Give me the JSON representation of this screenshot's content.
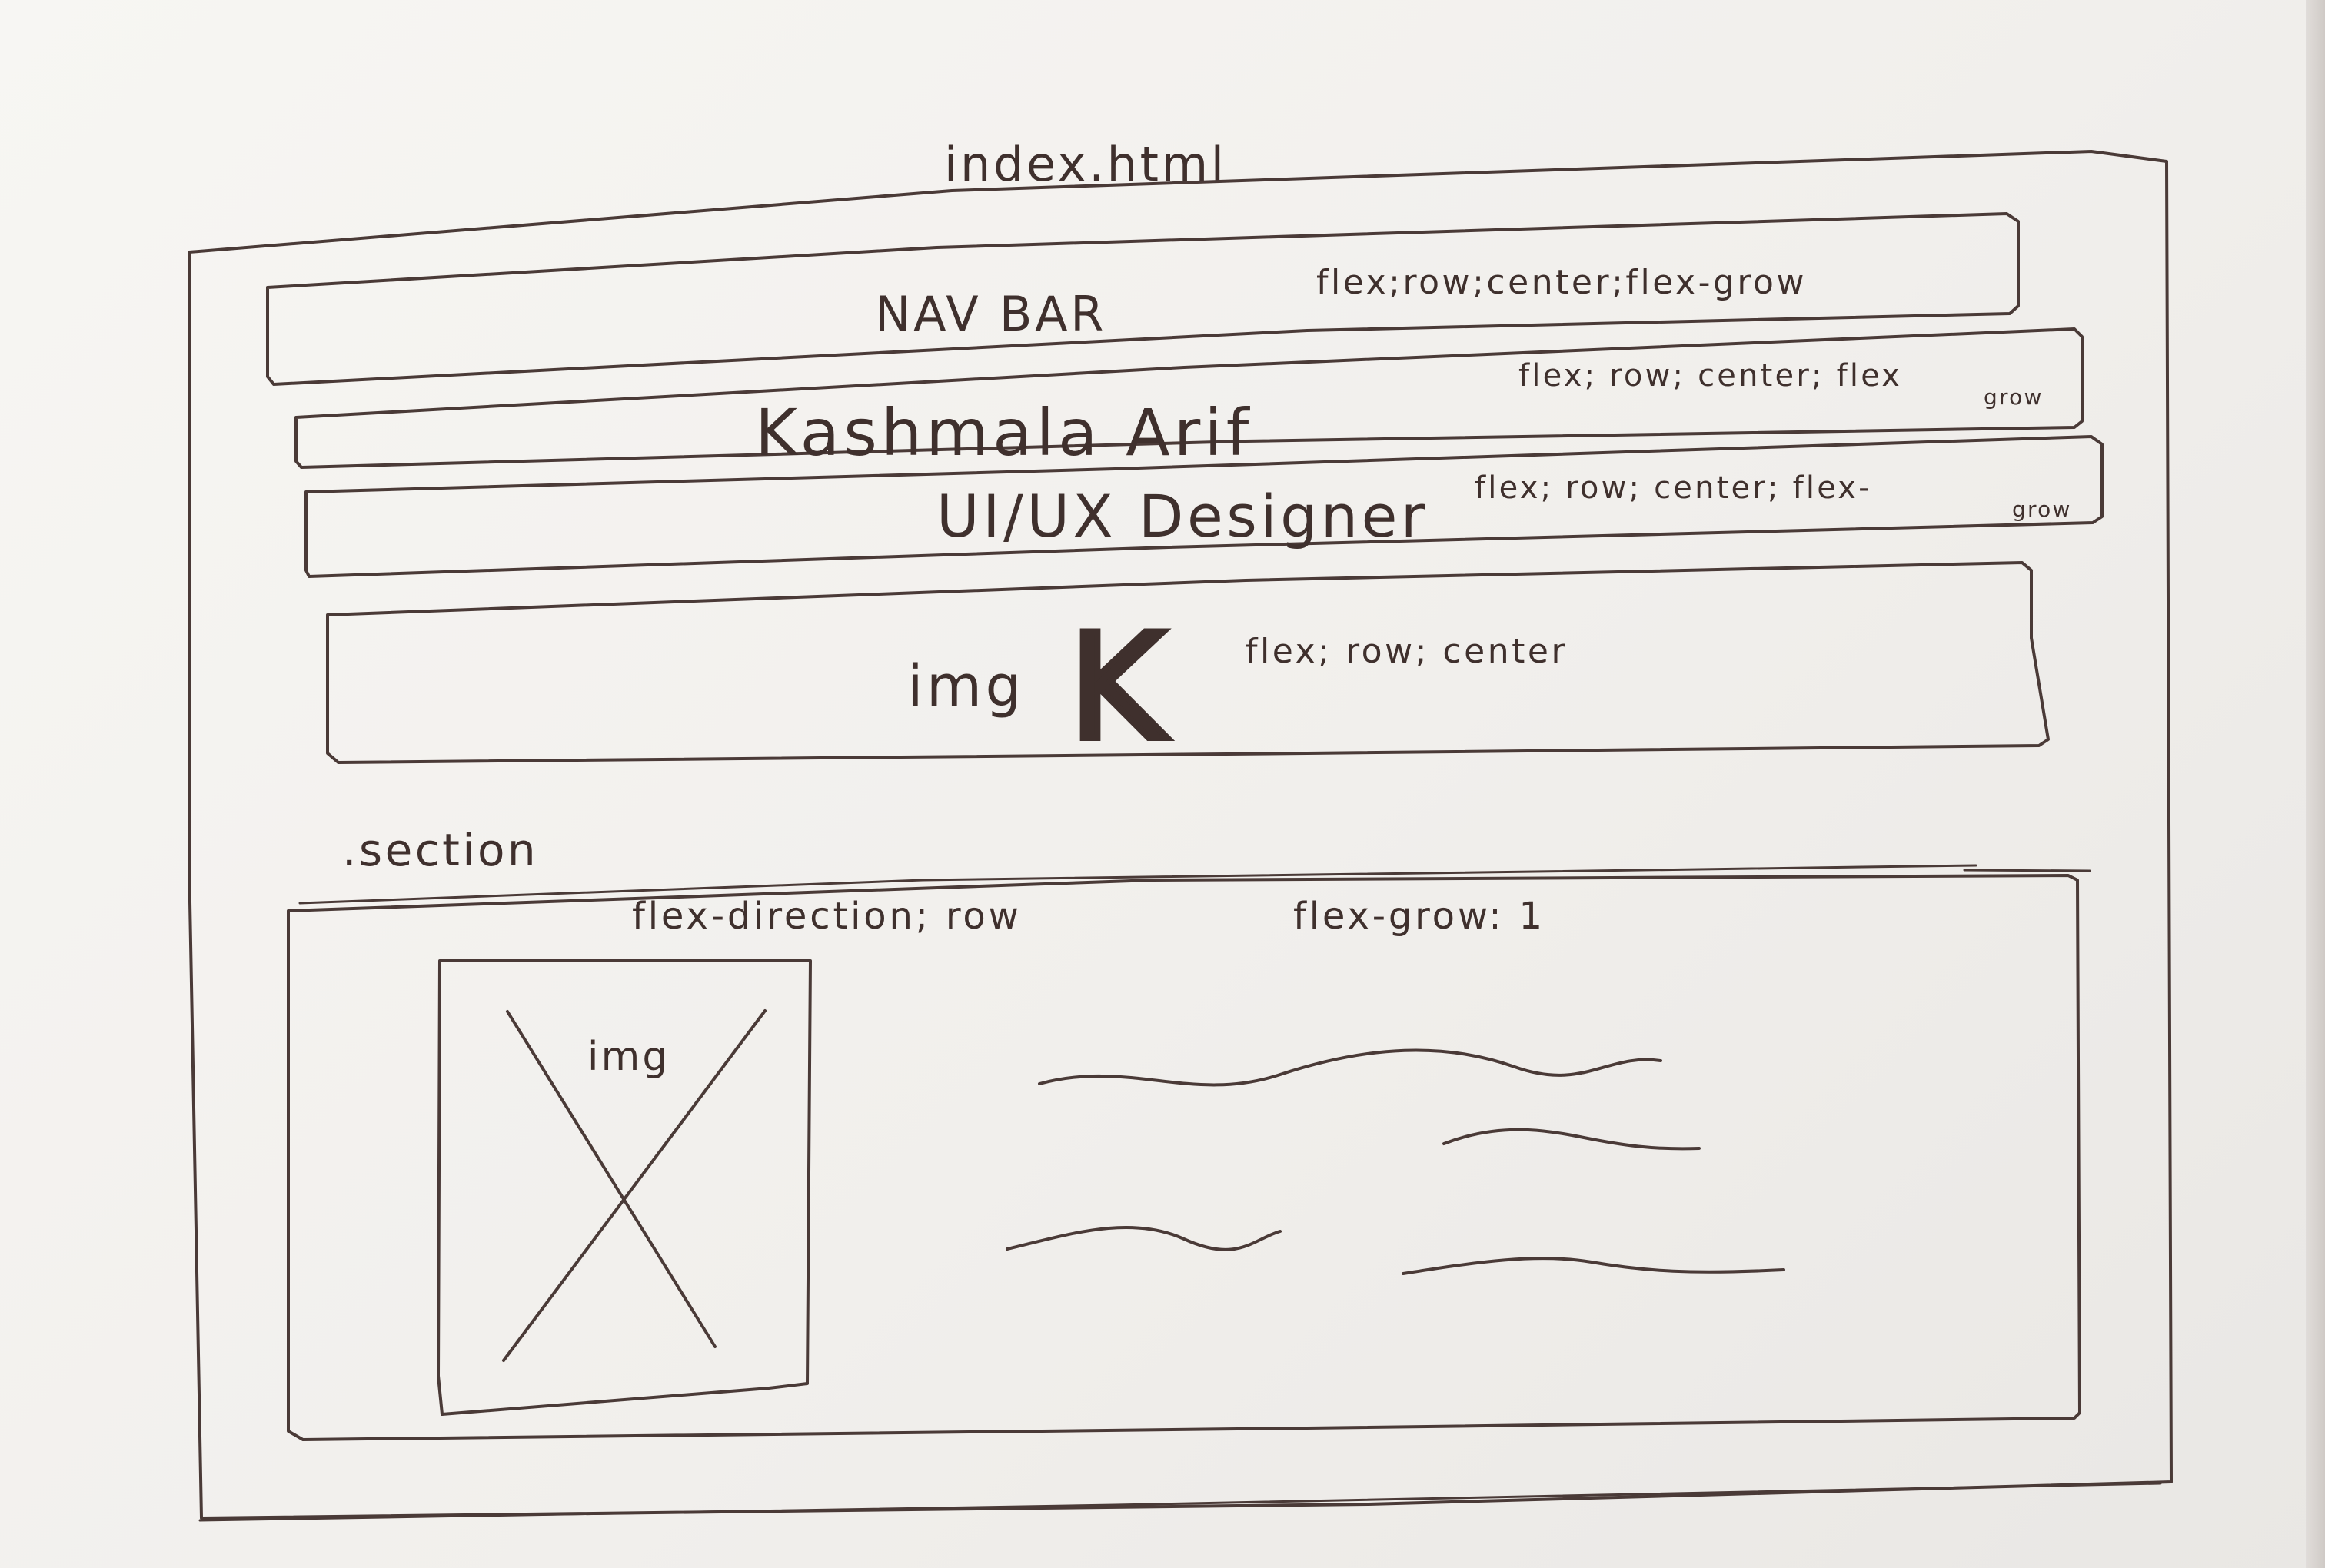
{
  "sketch": {
    "file_title": "index.html",
    "navbar": {
      "label": "NAV BAR",
      "note": "flex;row;center;flex-grow"
    },
    "name_row": {
      "label": "Kashmala Arif",
      "note_line1": "flex; row; center; flex",
      "note_line2": "grow"
    },
    "role_row": {
      "label": "UI/UX Designer",
      "note_line1": "flex; row; center; flex-",
      "note_line2": "grow"
    },
    "logo_row": {
      "label": "img",
      "logo_letter": "K",
      "note": "flex; row; center"
    },
    "section": {
      "label": ".section",
      "note_direction": "flex-direction; row",
      "note_grow": "flex-grow: 1",
      "image_placeholder_label": "img"
    }
  }
}
